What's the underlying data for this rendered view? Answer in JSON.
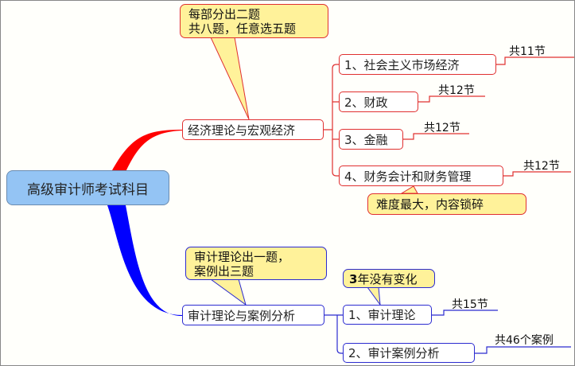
{
  "root": "高级审计师考试科目",
  "branches": [
    {
      "title": "经济理论与宏观经济",
      "note": [
        "每部分出二题",
        "共八题，任意选五题"
      ],
      "children": [
        {
          "label": "1、社会主义市场经济",
          "count": "共11节"
        },
        {
          "label": "2、财政",
          "count": "共12节"
        },
        {
          "label": "3、金融",
          "count": "共12节"
        },
        {
          "label": "4、财务会计和财务管理",
          "count": "共12节",
          "note": "难度最大，内容锁碎"
        }
      ],
      "color": "#e03030"
    },
    {
      "title": "审计理论与案例分析",
      "note": [
        "审计理论出一题，",
        "案例出三题"
      ],
      "children": [
        {
          "label": "1、审计理论",
          "count": "共15节",
          "note_bold": "3",
          "note_rest": "年没有变化"
        },
        {
          "label": "2、审计案例分析",
          "count": "共46个案例"
        }
      ],
      "color": "#2b2bd0"
    }
  ]
}
